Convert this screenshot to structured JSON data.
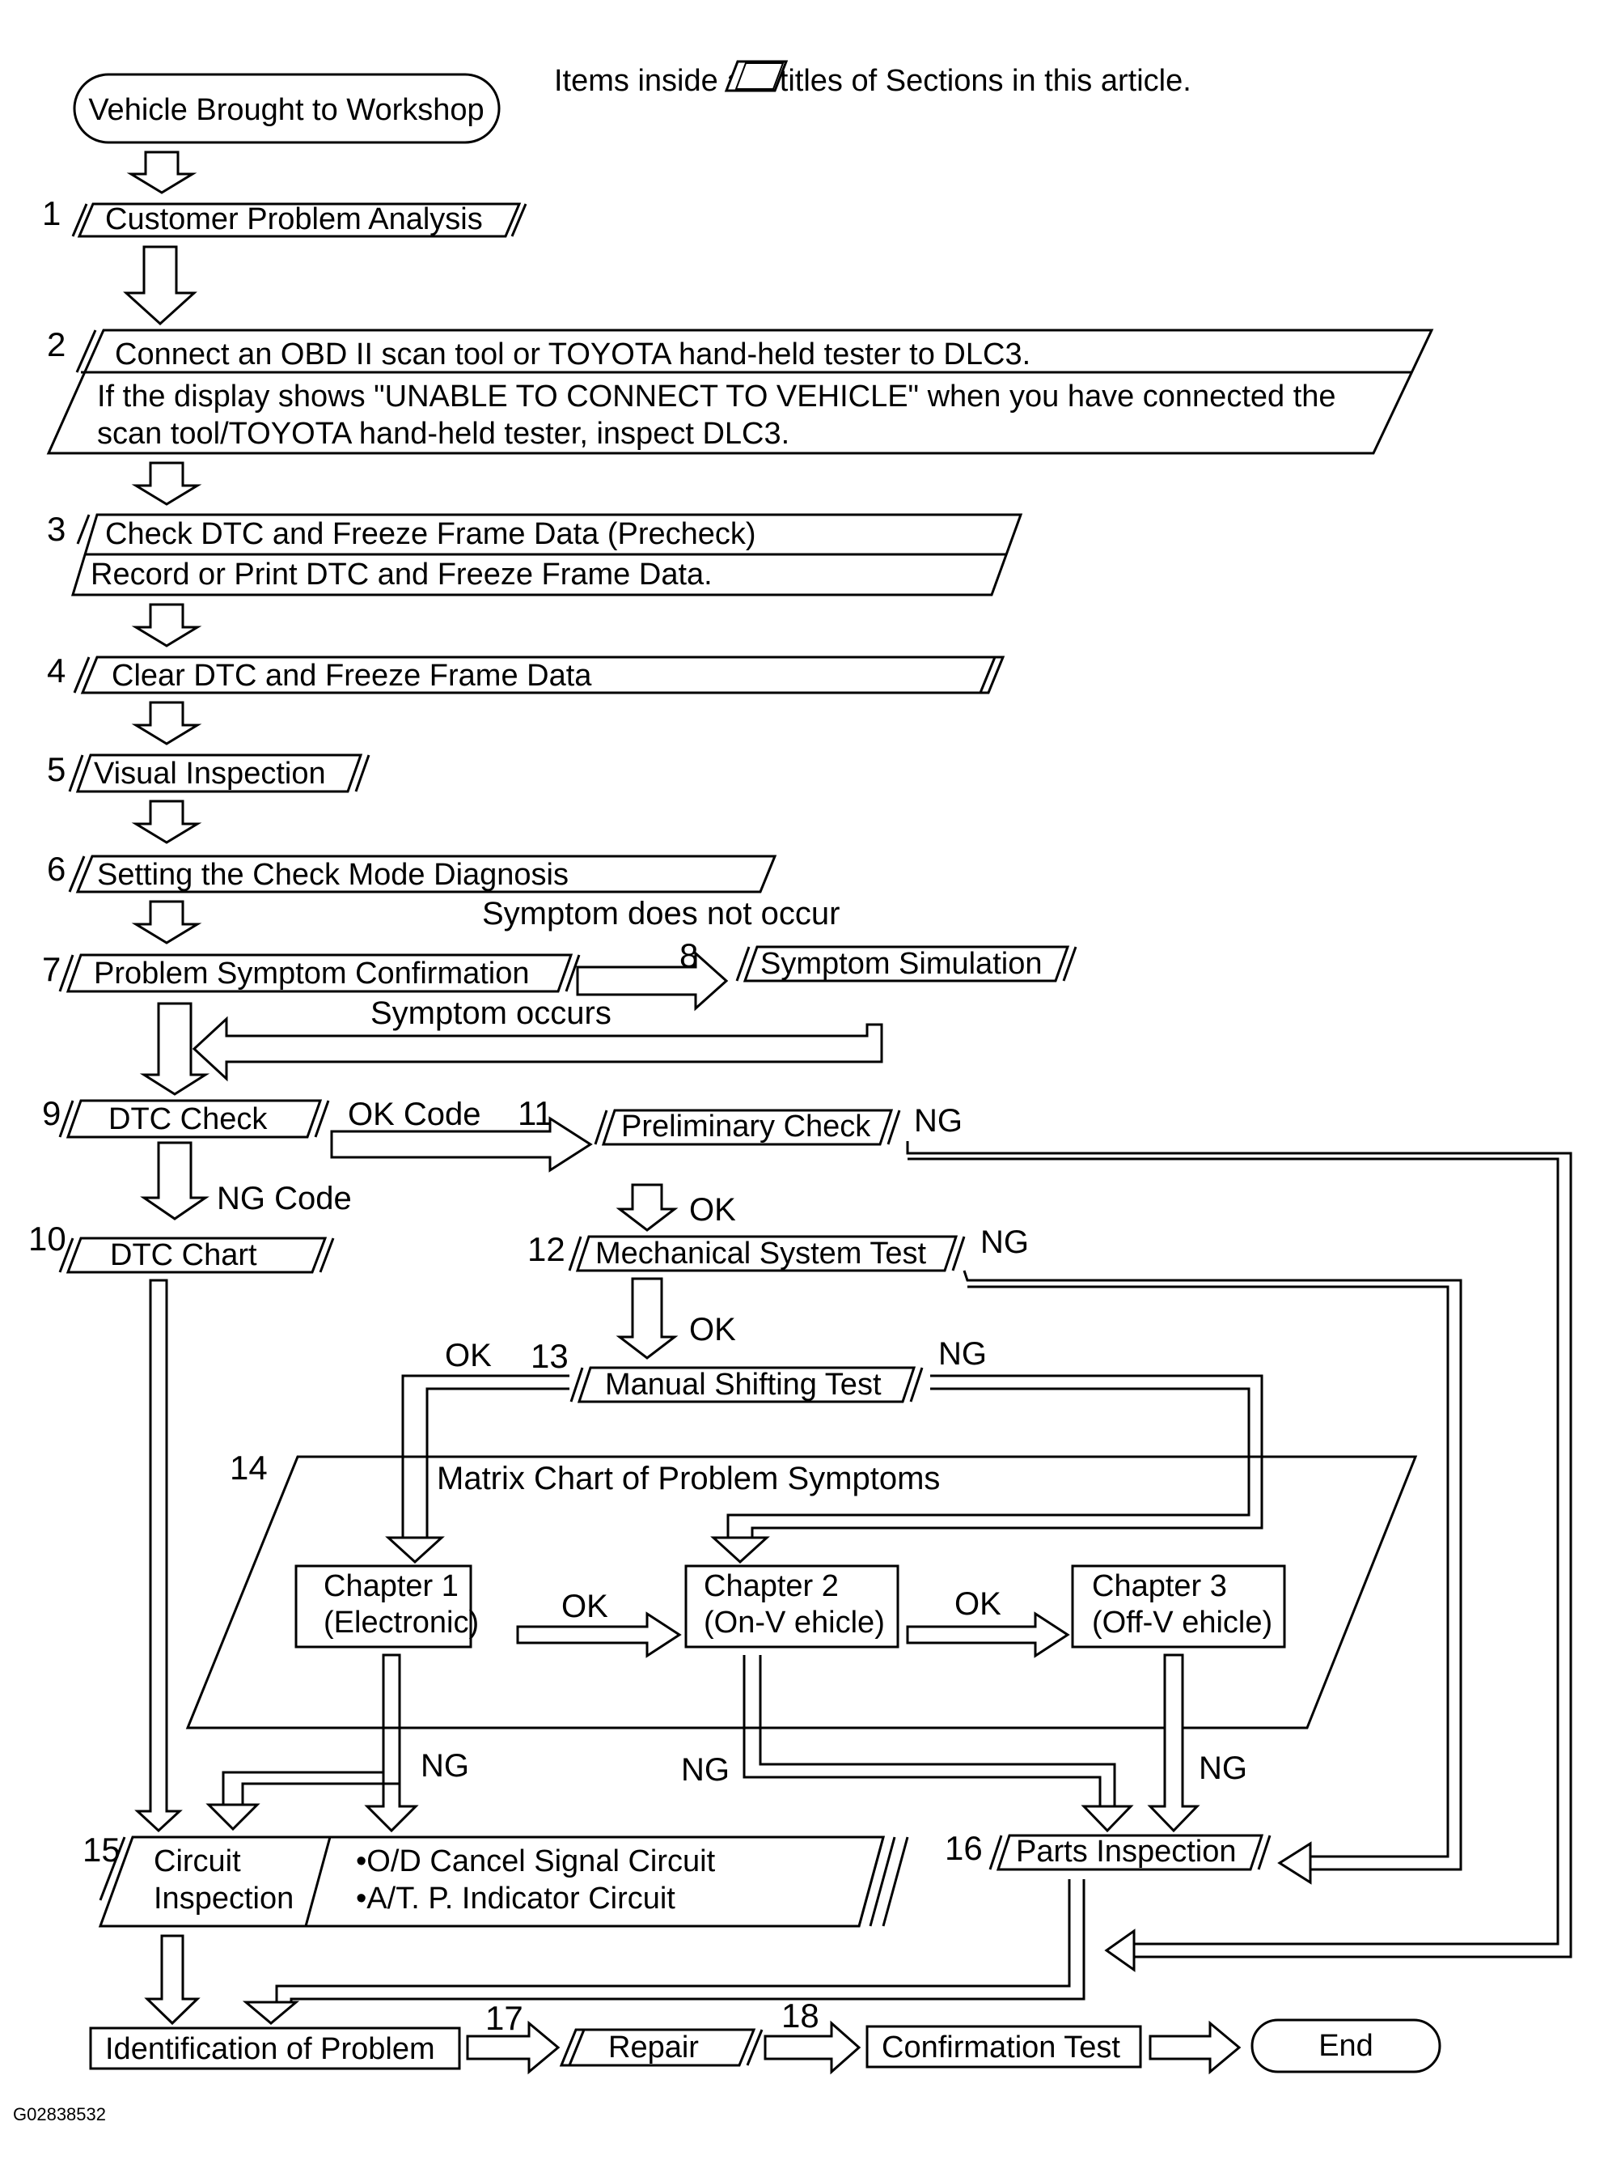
{
  "note": "Items inside      are titles of Sections in this article.",
  "figure_id": "G02838532",
  "start": "Vehicle Brought to Workshop",
  "end": "End",
  "steps": {
    "s1": {
      "num": "1",
      "title": "Customer Problem Analysis"
    },
    "s2": {
      "num": "2",
      "title": "Connect an OBD II scan tool or TOYOTA hand-held tester to DLC3.",
      "note_line1": "If the display shows \"UNABLE TO CONNECT TO VEHICLE\" when you have connected the",
      "note_line2": "scan tool/TOYOTA hand-held tester, inspect DLC3."
    },
    "s3": {
      "num": "3",
      "title": "Check DTC and Freeze Frame Data (Precheck)",
      "sub": "Record or Print DTC and Freeze Frame Data."
    },
    "s4": {
      "num": "4",
      "title": "Clear DTC and Freeze Frame Data"
    },
    "s5": {
      "num": "5",
      "title": "Visual Inspection"
    },
    "s6": {
      "num": "6",
      "title": "Setting the Check Mode Diagnosis"
    },
    "s7": {
      "num": "7",
      "title": "Problem Symptom Confirmation"
    },
    "s8": {
      "num": "8",
      "title": "Symptom Simulation"
    },
    "s9": {
      "num": "9",
      "title": "DTC Check"
    },
    "s10": {
      "num": "10",
      "title": "DTC Chart"
    },
    "s11": {
      "num": "11",
      "title": "Preliminary Check"
    },
    "s12": {
      "num": "12",
      "title": "Mechanical System Test"
    },
    "s13": {
      "num": "13",
      "title": "Manual Shifting Test"
    },
    "s14": {
      "num": "14",
      "title": "Matrix Chart of Problem Symptoms"
    },
    "s15": {
      "num": "15",
      "title_line1": "Circuit",
      "title_line2": "Inspection",
      "item1": "•O/D Cancel Signal Circuit",
      "item2": "•A/T. P. Indicator Circuit"
    },
    "s16": {
      "num": "16",
      "title": "Parts Inspection"
    },
    "s17": {
      "num": "17",
      "title": "Repair"
    },
    "s18": {
      "num": "18",
      "title": "Confirmation Test"
    }
  },
  "identification": "Identification of Problem",
  "chapters": {
    "c1": {
      "line1": "Chapter 1",
      "line2": "(Electronic)"
    },
    "c2": {
      "line1": "Chapter 2",
      "line2": "(On-V ehicle)"
    },
    "c3": {
      "line1": "Chapter 3",
      "line2": "(Off-V ehicle)"
    }
  },
  "labels": {
    "symptom_not_occur": "Symptom does not occur",
    "symptom_occurs": "Symptom occurs",
    "ok_code": "OK Code",
    "ng_code": "NG Code",
    "ok": "OK",
    "ng": "NG"
  }
}
